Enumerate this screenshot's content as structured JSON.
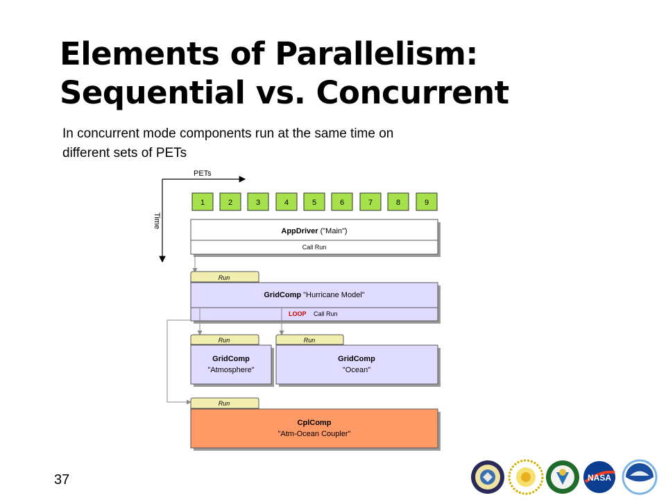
{
  "slide": {
    "title_line1": "Elements of Parallelism:",
    "title_line2": "Sequential vs. Concurrent",
    "subtitle_line1": "In concurrent mode components run at the same time on",
    "subtitle_line2": "different sets of PETs",
    "page_number": "37"
  },
  "diagram": {
    "axis_pets": "PETs",
    "axis_time": "Time",
    "pets": [
      "1",
      "2",
      "3",
      "4",
      "5",
      "6",
      "7",
      "8",
      "9"
    ],
    "appdriver": {
      "name_bold": "AppDriver",
      "name_rest": " (\"Main\")",
      "call": "Call Run"
    },
    "hurricane": {
      "tab": "Run",
      "name_bold": "GridComp",
      "name_rest": " \"Hurricane Model\"",
      "loop": "LOOP",
      "call": "Call Run"
    },
    "atmosphere": {
      "tab": "Run",
      "line1": "GridComp",
      "line2": "\"Atmosphere\""
    },
    "ocean": {
      "tab": "Run",
      "line1": "GridComp",
      "line2": "\"Ocean\""
    },
    "coupler": {
      "tab": "Run",
      "line1": "CplComp",
      "line2": "\"Atm-Ocean Coupler\""
    }
  },
  "colors": {
    "pet_fill": "#a6e04a",
    "tab_fill": "#f2eeb0",
    "gridcomp_fill": "#e0dcff",
    "coupler_fill": "#ff9966",
    "loop_text": "#cc0000"
  },
  "logos": [
    "dod-seal-icon",
    "nsf-seal-icon",
    "doe-seal-icon",
    "nasa-logo-icon",
    "noaa-logo-icon"
  ]
}
